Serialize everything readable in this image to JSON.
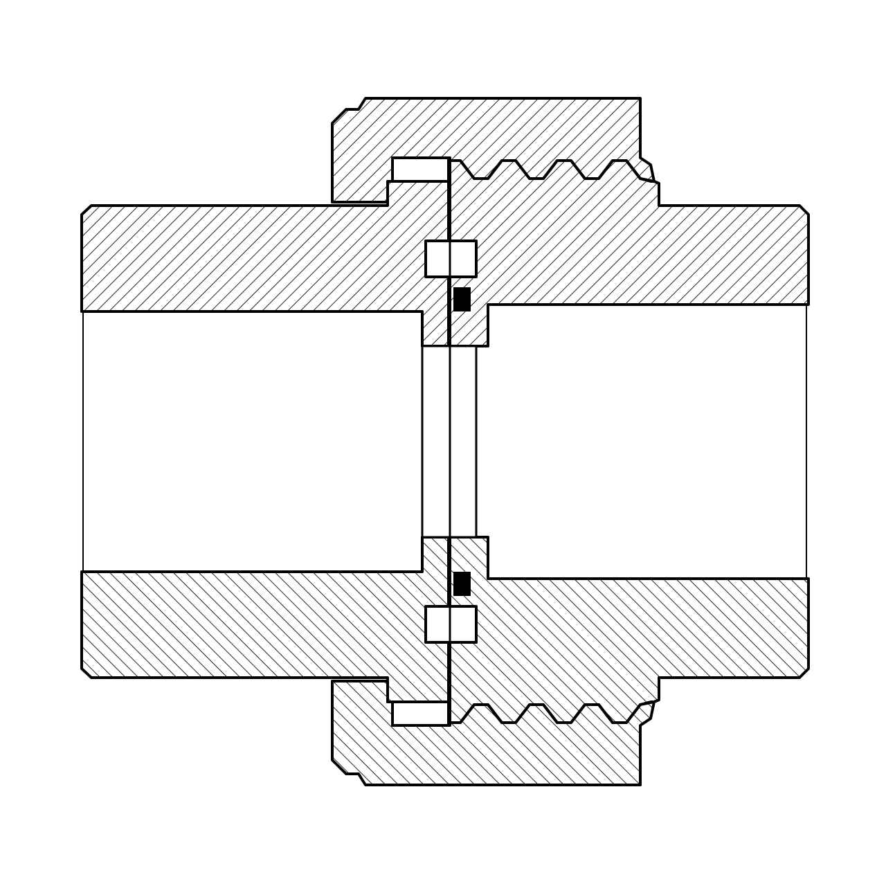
{
  "diagram": {
    "kind": "cross-section",
    "colors": {
      "line": "#000000",
      "fill": "#ffffff",
      "hatch": "#222222"
    },
    "icons": [
      "union-nut",
      "tail-piece",
      "threaded-body",
      "gasket",
      "o-ring",
      "seal-marker"
    ]
  }
}
